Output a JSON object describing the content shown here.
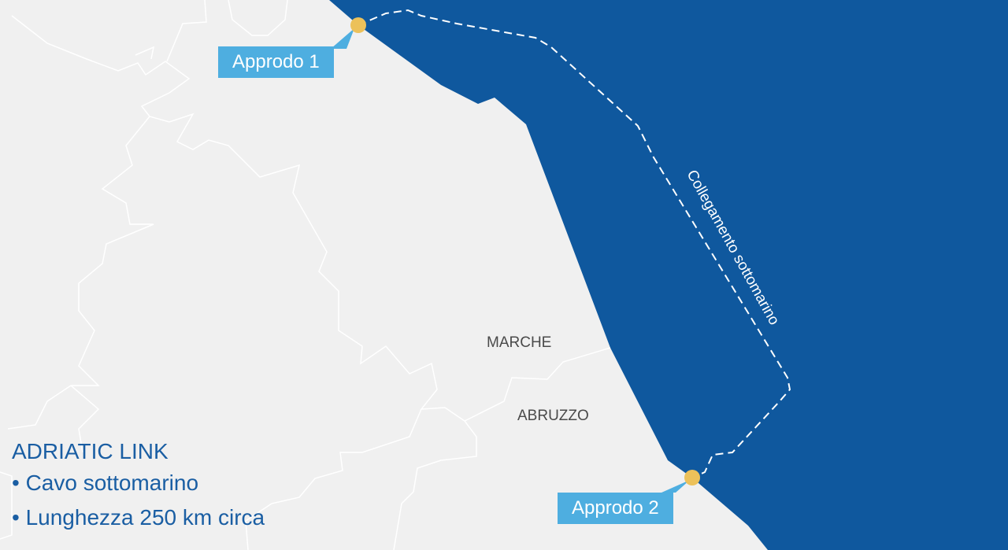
{
  "colors": {
    "sea": "#0f589e",
    "land": "#f0f0f0",
    "callout": "#4eaee0",
    "landing": "#ecc15a",
    "legend_text": "#1a5ea3"
  },
  "landings": [
    {
      "label": "Approdo 1"
    },
    {
      "label": "Approdo 2"
    }
  ],
  "cable": {
    "label": "Collegamento sottomarino"
  },
  "regions": [
    {
      "name": "MARCHE"
    },
    {
      "name": "ABRUZZO"
    }
  ],
  "legend": {
    "title": "ADRIATIC LINK",
    "items": [
      "• Cavo sottomarino",
      "• Lunghezza 250 km circa"
    ]
  }
}
